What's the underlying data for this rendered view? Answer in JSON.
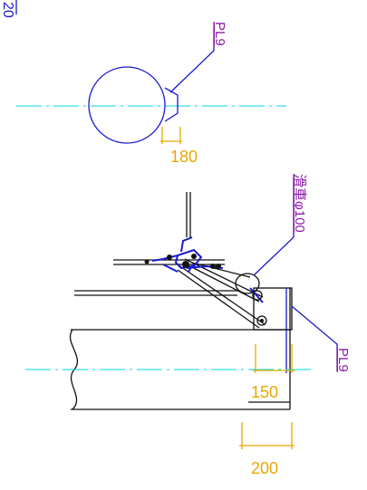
{
  "colors": {
    "background": "#ffffff",
    "centerline": "#00d8e8",
    "dimension": "#e8a800",
    "leader": "#1a1ad0",
    "label_purple": "#8b1aa8",
    "geometry": "#111111"
  },
  "labels": {
    "corner_fragment": "20",
    "plate_top": "PL9",
    "dim_180": "180",
    "pulley": "滑車φ100",
    "plate_bottom": "PL9",
    "dim_150": "150",
    "dim_200": "200"
  }
}
